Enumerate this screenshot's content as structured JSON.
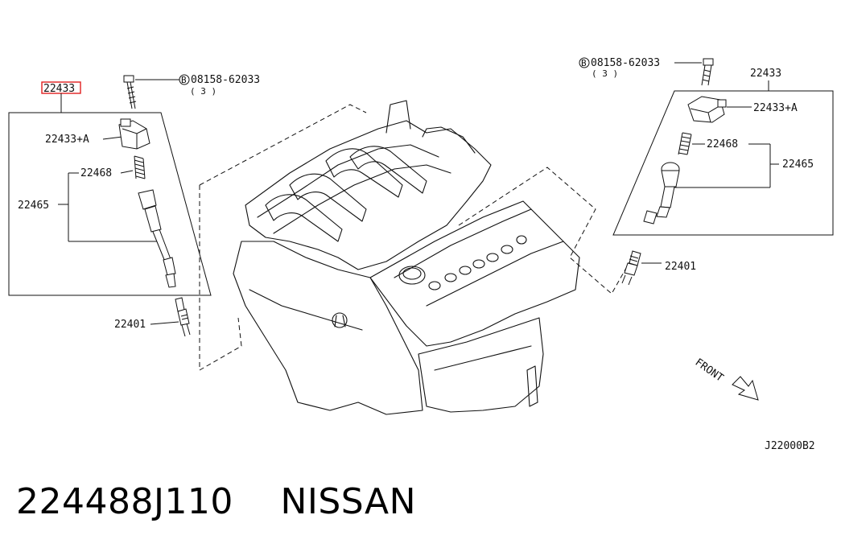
{
  "colors": {
    "highlight": "#e02020",
    "ink": "#111111",
    "background": "#ffffff"
  },
  "left_group": {
    "highlighted_part": "22433",
    "bolt_part": "08158-62033",
    "bolt_qty": "( 3 )",
    "bolt_symbol": "B",
    "coil_part": "22433+A",
    "spring_part": "22468",
    "assembly_part": "22465",
    "plug_part": "22401"
  },
  "right_group": {
    "group_part": "22433",
    "bolt_part": "08158-62033",
    "bolt_qty": "( 3 )",
    "bolt_symbol": "B",
    "coil_part": "22433+A",
    "spring_part": "22468",
    "assembly_part": "22465",
    "plug_part": "22401"
  },
  "front_label": "FRONT",
  "diagram_code": "J22000B2",
  "caption": {
    "part_number": "224488J110",
    "brand": "NISSAN"
  }
}
